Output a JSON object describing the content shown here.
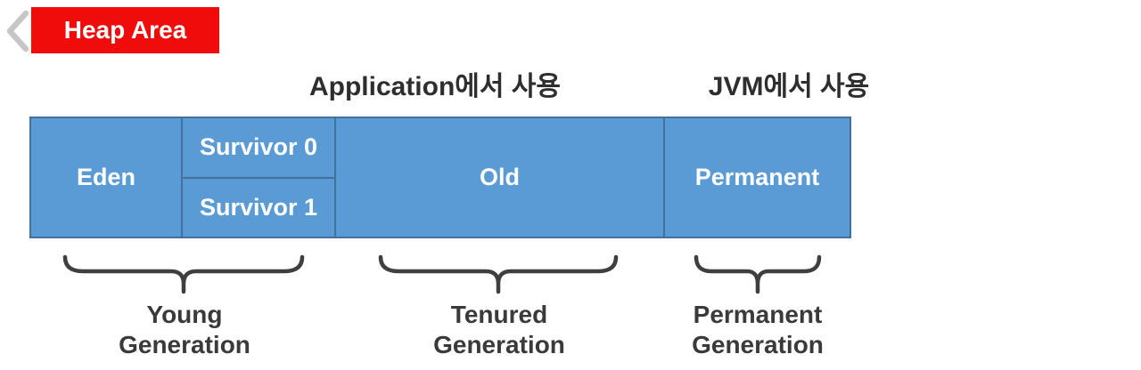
{
  "header": {
    "back_icon": "chevron-left-icon",
    "title": "Heap Area"
  },
  "annotations": {
    "application_usage": "Application에서 사용",
    "jvm_usage": "JVM에서 사용"
  },
  "heap": {
    "cells": {
      "eden": "Eden",
      "survivor0": "Survivor 0",
      "survivor1": "Survivor 1",
      "old": "Old",
      "permanent": "Permanent"
    }
  },
  "generations": [
    {
      "line1": "Young",
      "line2": "Generation"
    },
    {
      "line1": "Tenured",
      "line2": "Generation"
    },
    {
      "line1": "Permanent",
      "line2": "Generation"
    }
  ],
  "colors": {
    "title_bg": "#f10c0c",
    "heap_fill": "#5b9bd5",
    "heap_border": "#41719c",
    "brace_stroke": "#3f3f3f",
    "text_dark": "#3a3a3a",
    "chevron_gray": "#c6c6c6"
  }
}
